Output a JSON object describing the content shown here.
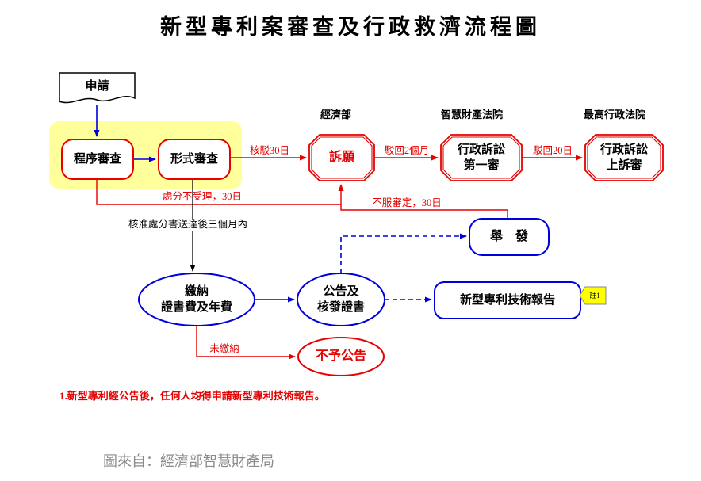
{
  "title": "新型專利案審查及行政救濟流程圖",
  "org_labels": {
    "moea": "經濟部",
    "ip_court": "智慧財產法院",
    "supreme_court": "最高行政法院"
  },
  "nodes": {
    "apply": "申請",
    "procedural_exam": "程序審查",
    "formal_exam": "形式審查",
    "appeal": "訴願",
    "admin_lit_first": "行政訴訟\n第一審",
    "admin_lit_appeal": "行政訴訟\n上訴審",
    "invalidation": "舉　發",
    "pay_fees": "繳納\n證書費及年費",
    "publish_certificate": "公告及\n核發證書",
    "tech_report": "新型專利技術報告",
    "no_publication": "不予公告",
    "tag_note": "註1"
  },
  "edge_labels": {
    "rejection_30": "核駁30日",
    "dismiss_2_months": "駁回2個月",
    "dismiss_20_days": "駁回20日",
    "not_accepted_30": "處分不受理，30日",
    "dissatisfied_30": "不服審定，30日",
    "within_3_months": "核准處分書送達後三個月內",
    "not_paid": "未繳納"
  },
  "footnote": "1.新型專利經公告後，任何人均得申請新型專利技術報告。",
  "source": "圖來自：經濟部智慧財產局",
  "colors": {
    "line_red": "#e60000",
    "line_blue": "#0000dd",
    "highlight_yellow": "#ffff9c",
    "tag_yellow": "#ffff00",
    "note_grey": "#8a8a8a"
  }
}
